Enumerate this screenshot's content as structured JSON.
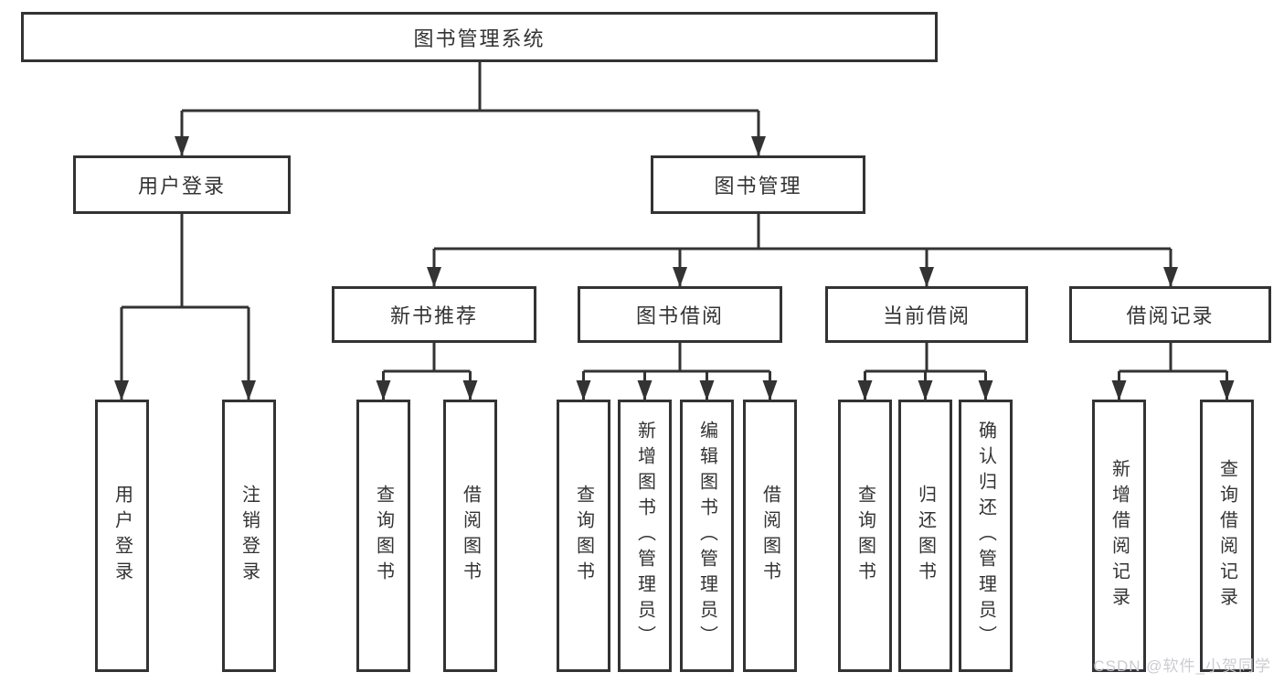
{
  "colors": {
    "line": "#333333",
    "text": "#333333",
    "background": "#ffffff",
    "watermark": "#c9c9d1"
  },
  "tree": {
    "label": "图书管理系统",
    "children": [
      {
        "label": "用户登录",
        "children": [
          {
            "label": "用户登录"
          },
          {
            "label": "注销登录"
          }
        ]
      },
      {
        "label": "图书管理",
        "children": [
          {
            "label": "新书推荐",
            "children": [
              {
                "label": "查询图书"
              },
              {
                "label": "借阅图书"
              }
            ]
          },
          {
            "label": "图书借阅",
            "children": [
              {
                "label": "查询图书"
              },
              {
                "label": "新增图书（管理员）"
              },
              {
                "label": "编辑图书（管理员）"
              },
              {
                "label": "借阅图书"
              }
            ]
          },
          {
            "label": "当前借阅",
            "children": [
              {
                "label": "查询图书"
              },
              {
                "label": "归还图书"
              },
              {
                "label": "确认归还（管理员）"
              }
            ]
          },
          {
            "label": "借阅记录",
            "children": [
              {
                "label": "新增借阅记录"
              },
              {
                "label": "查询借阅记录"
              }
            ]
          }
        ]
      }
    ]
  },
  "watermark": {
    "text": "CSDN @软件_小贺同学"
  }
}
